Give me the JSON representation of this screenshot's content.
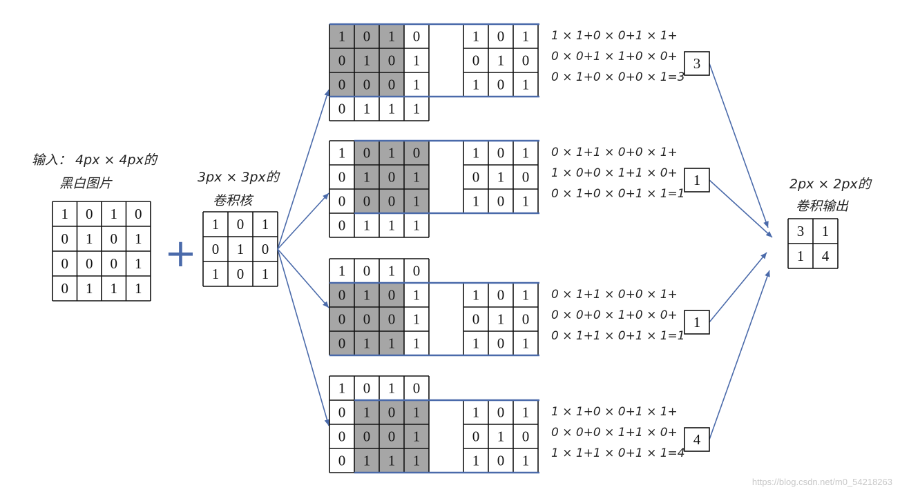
{
  "colors": {
    "highlight": "#a6a6a6",
    "accent": "#4a6aaa",
    "grid": "#111111"
  },
  "input": {
    "label_line1": "输入： 4px × 4px的",
    "label_line2": "黑白图片",
    "matrix": [
      [
        "1",
        "0",
        "1",
        "0"
      ],
      [
        "0",
        "1",
        "0",
        "1"
      ],
      [
        "0",
        "0",
        "0",
        "1"
      ],
      [
        "0",
        "1",
        "1",
        "1"
      ]
    ]
  },
  "plus_sign": "+",
  "kernel": {
    "label_line1": "3px × 3px的",
    "label_line2": "卷积核",
    "matrix": [
      [
        "1",
        "0",
        "1"
      ],
      [
        "0",
        "1",
        "0"
      ],
      [
        "1",
        "0",
        "1"
      ]
    ]
  },
  "steps": [
    {
      "offset": [
        0,
        0
      ],
      "eq": [
        "1 × 1+0 × 0+1 × 1+",
        "0 × 0+1 × 1+0 × 0+",
        "0 × 1+0 × 0+0 × 1=3"
      ],
      "result": "3"
    },
    {
      "offset": [
        0,
        1
      ],
      "eq": [
        "0 × 1+1 × 0+0 × 1+",
        "1 × 0+0 × 1+1 × 0+",
        "0 × 1+0 × 0+1 × 1=1"
      ],
      "result": "1"
    },
    {
      "offset": [
        1,
        0
      ],
      "eq": [
        "0 × 1+1 × 0+0 × 1+",
        "0 × 0+0 × 1+0 × 0+",
        "0 × 1+1 × 0+1 × 1=1"
      ],
      "result": "1"
    },
    {
      "offset": [
        1,
        1
      ],
      "eq": [
        "1 × 1+0 × 0+1 × 1+",
        "0 × 0+0 × 1+1 × 0+",
        "1 × 1+1 × 0+1 × 1=4"
      ],
      "result": "4"
    }
  ],
  "output": {
    "label_line1": "2px × 2px的",
    "label_line2": "卷积输出",
    "matrix": [
      [
        "3",
        "1"
      ],
      [
        "1",
        "4"
      ]
    ]
  },
  "watermark": "https://blog.csdn.net/m0_54218263"
}
